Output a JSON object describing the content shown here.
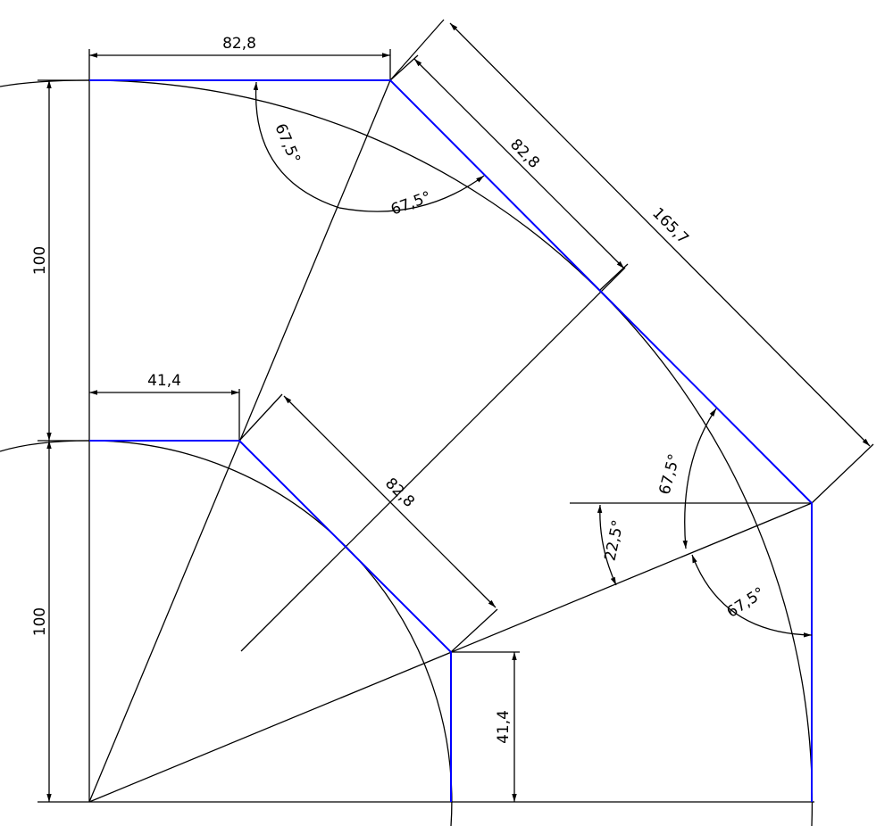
{
  "colors": {
    "background": "#ffffff",
    "line": "#000000",
    "polygon": "#0000ff"
  },
  "labels": {
    "top_width": "82,8",
    "mid_width": "41,4",
    "outer_diagonal_half": "82,8",
    "outer_diagonal_full": "165,7",
    "inner_diagonal": "82,8",
    "left_upper_height": "100",
    "left_lower_height": "100",
    "right_small_height": "41,4",
    "top_angle_a": "67,5°",
    "top_angle_b": "67,5°",
    "right_angle_top": "67,5°",
    "right_angle_small": "22,5°",
    "right_angle_bottom": "67,5°"
  }
}
